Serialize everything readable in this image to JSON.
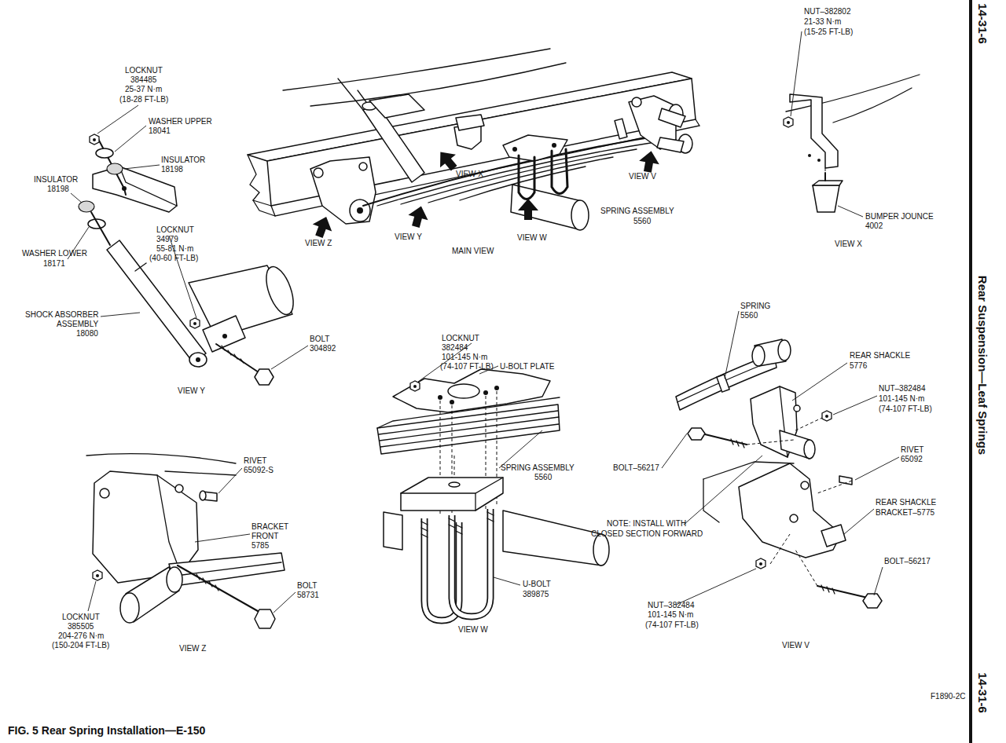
{
  "diagram": {
    "title": "FIG. 5 Rear Spring Installation—E-150",
    "labels": [
      "LOCKNUT",
      "384485",
      "25-37 N·m",
      "(18-28 FT-LB)",
      "WASHER UPPER",
      "18041",
      "INSULATOR",
      "18198",
      "INSULATOR",
      "18198",
      "LOCKNUT",
      "34979",
      "55-81 N·m",
      "(40-60 FT-LB)",
      "WASHER LOWER",
      "18171",
      "SHOCK ABSORBER",
      "ASSEMBLY",
      "18080",
      "BOLT",
      "304892",
      "VIEW Y",
      "VIEW X",
      "VIEW V",
      "VIEW Z",
      "VIEW Y",
      "VIEW W",
      "SPRING ASSEMBLY",
      "5560",
      "MAIN VIEW",
      "NUT–382802",
      "21-33 N·m",
      "(15-25 FT-LB)",
      "BUMPER JOUNCE",
      "4002",
      "VIEW X",
      "RIVET",
      "65092-S",
      "BRACKET",
      "FRONT",
      "5785",
      "BOLT",
      "58731",
      "LOCKNUT",
      "385505",
      "204-276 N·m",
      "(150-204 FT-LB)",
      "VIEW Z",
      "LOCKNUT",
      "382484",
      "101-145 N·m",
      "(74-107 FT-LB)",
      "U-BOLT PLATE",
      "SPRING ASSEMBLY",
      "5560",
      "U-BOLT",
      "389875",
      "VIEW W",
      "SPRING",
      "5560",
      "REAR SHACKLE",
      "5776",
      "NUT–382484",
      "101-145 N·m",
      "(74-107 FT-LB)",
      "RIVET",
      "65092",
      "BOLT–56217",
      "REAR SHACKLE",
      "BRACKET–5775",
      "NOTE: INSTALL WITH",
      "CLOSED SECTION FORWARD",
      "BOLT–56217",
      "NUT–382484",
      "101-145 N·m",
      "(74-107 FT-LB)",
      "VIEW V",
      "F1890-2C",
      "14-31-6",
      "Rear Suspension—Leaf Springs",
      "14-31-6"
    ]
  }
}
